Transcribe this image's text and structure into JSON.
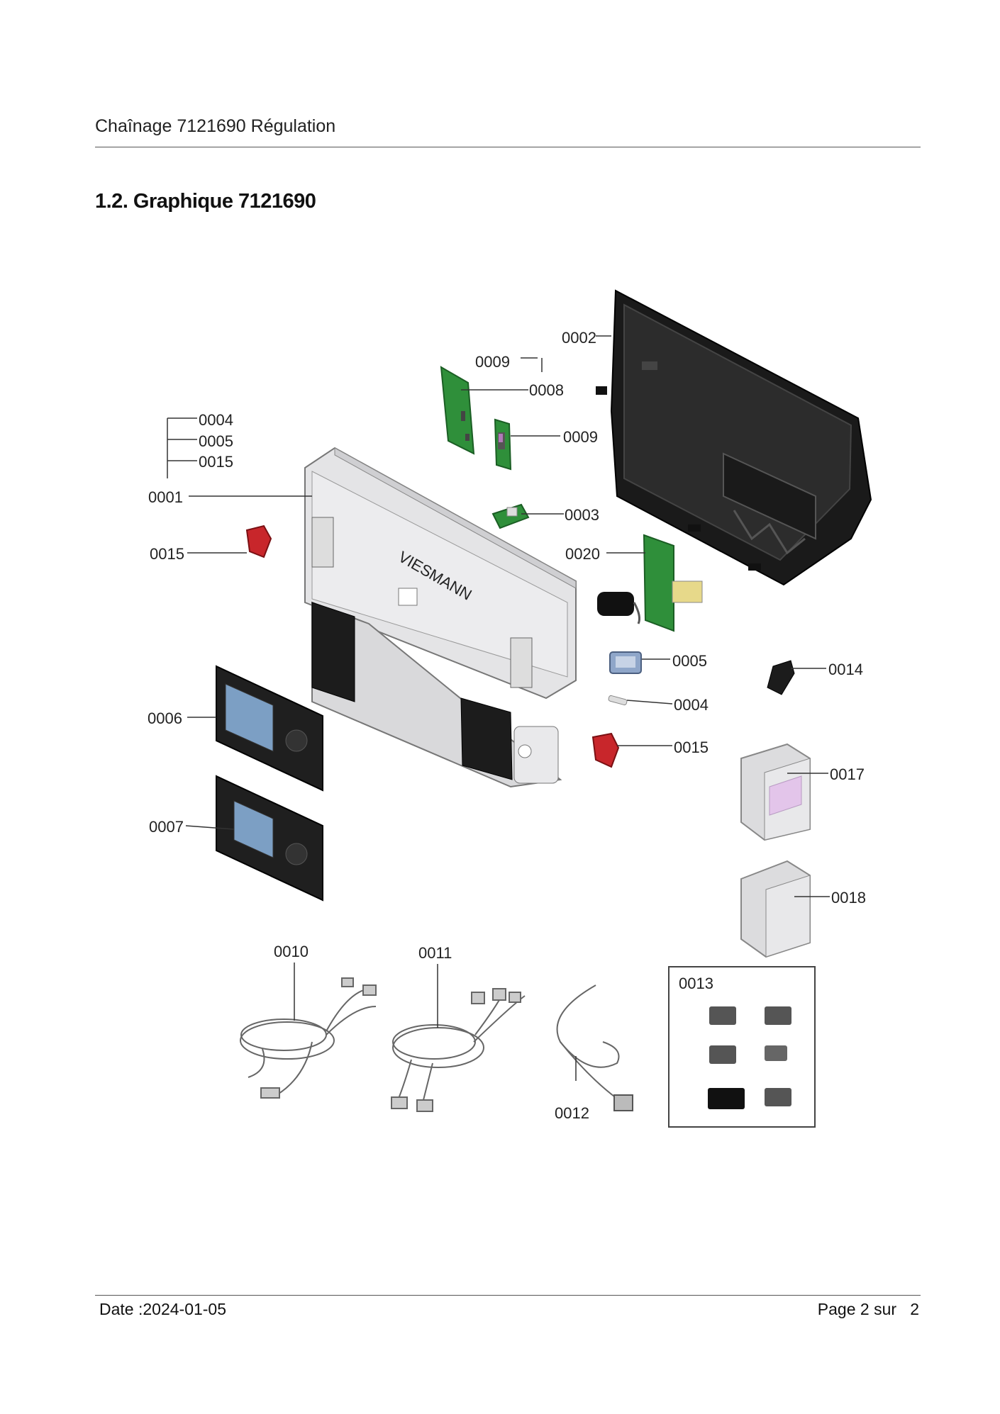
{
  "header": {
    "title": "Chaînage 7121690 Régulation"
  },
  "section": {
    "title": "1.2. Graphique 7121690"
  },
  "diagram": {
    "part_labels": {
      "p0001": "0001",
      "p0002": "0002",
      "p0003": "0003",
      "p0004a": "0004",
      "p0004b": "0004",
      "p0005a": "0005",
      "p0005b": "0005",
      "p0006": "0006",
      "p0007": "0007",
      "p0008": "0008",
      "p0009a": "0009",
      "p0009b": "0009",
      "p0010": "0010",
      "p0011": "0011",
      "p0012": "0012",
      "p0013": "0013",
      "p0014": "0014",
      "p0015a": "0015",
      "p0015b": "0015",
      "p0015c": "0015",
      "p0017": "0017",
      "p0018": "0018",
      "p0020": "0020"
    }
  },
  "footer": {
    "date": "Date :2024-01-05",
    "page": "Page 2 sur   2"
  }
}
